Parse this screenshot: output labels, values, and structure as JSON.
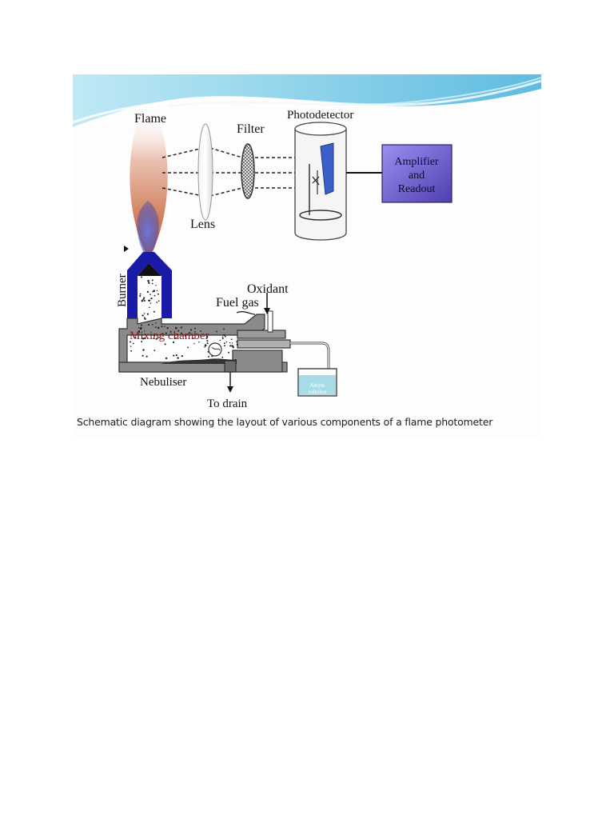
{
  "labels": {
    "flame": "Flame",
    "filter": "Filter",
    "photodetector": "Photodetector",
    "amplifier": [
      "Amplifier",
      "and",
      "Readout"
    ],
    "lens": "Lens",
    "burner": "Burner",
    "oxidant": "Oxidant",
    "fuel_gas": "Fuel gas",
    "mixing_chamber": "Mixing chamber",
    "nebuliser": "Nebuliser",
    "to_drain": "To drain",
    "analyte": [
      "Anlyte",
      "solution"
    ]
  },
  "caption": "Schematic diagram showing the layout of various components of a flame photometer",
  "colors": {
    "banner_light": "#c9eef7",
    "banner_dark": "#4fb6d9",
    "burner_blue": "#1a1aa8",
    "amplifier_fill": "#6b5fc9",
    "chamber_label": "#8b1a1a",
    "body_grey": "#8a8a8a"
  }
}
